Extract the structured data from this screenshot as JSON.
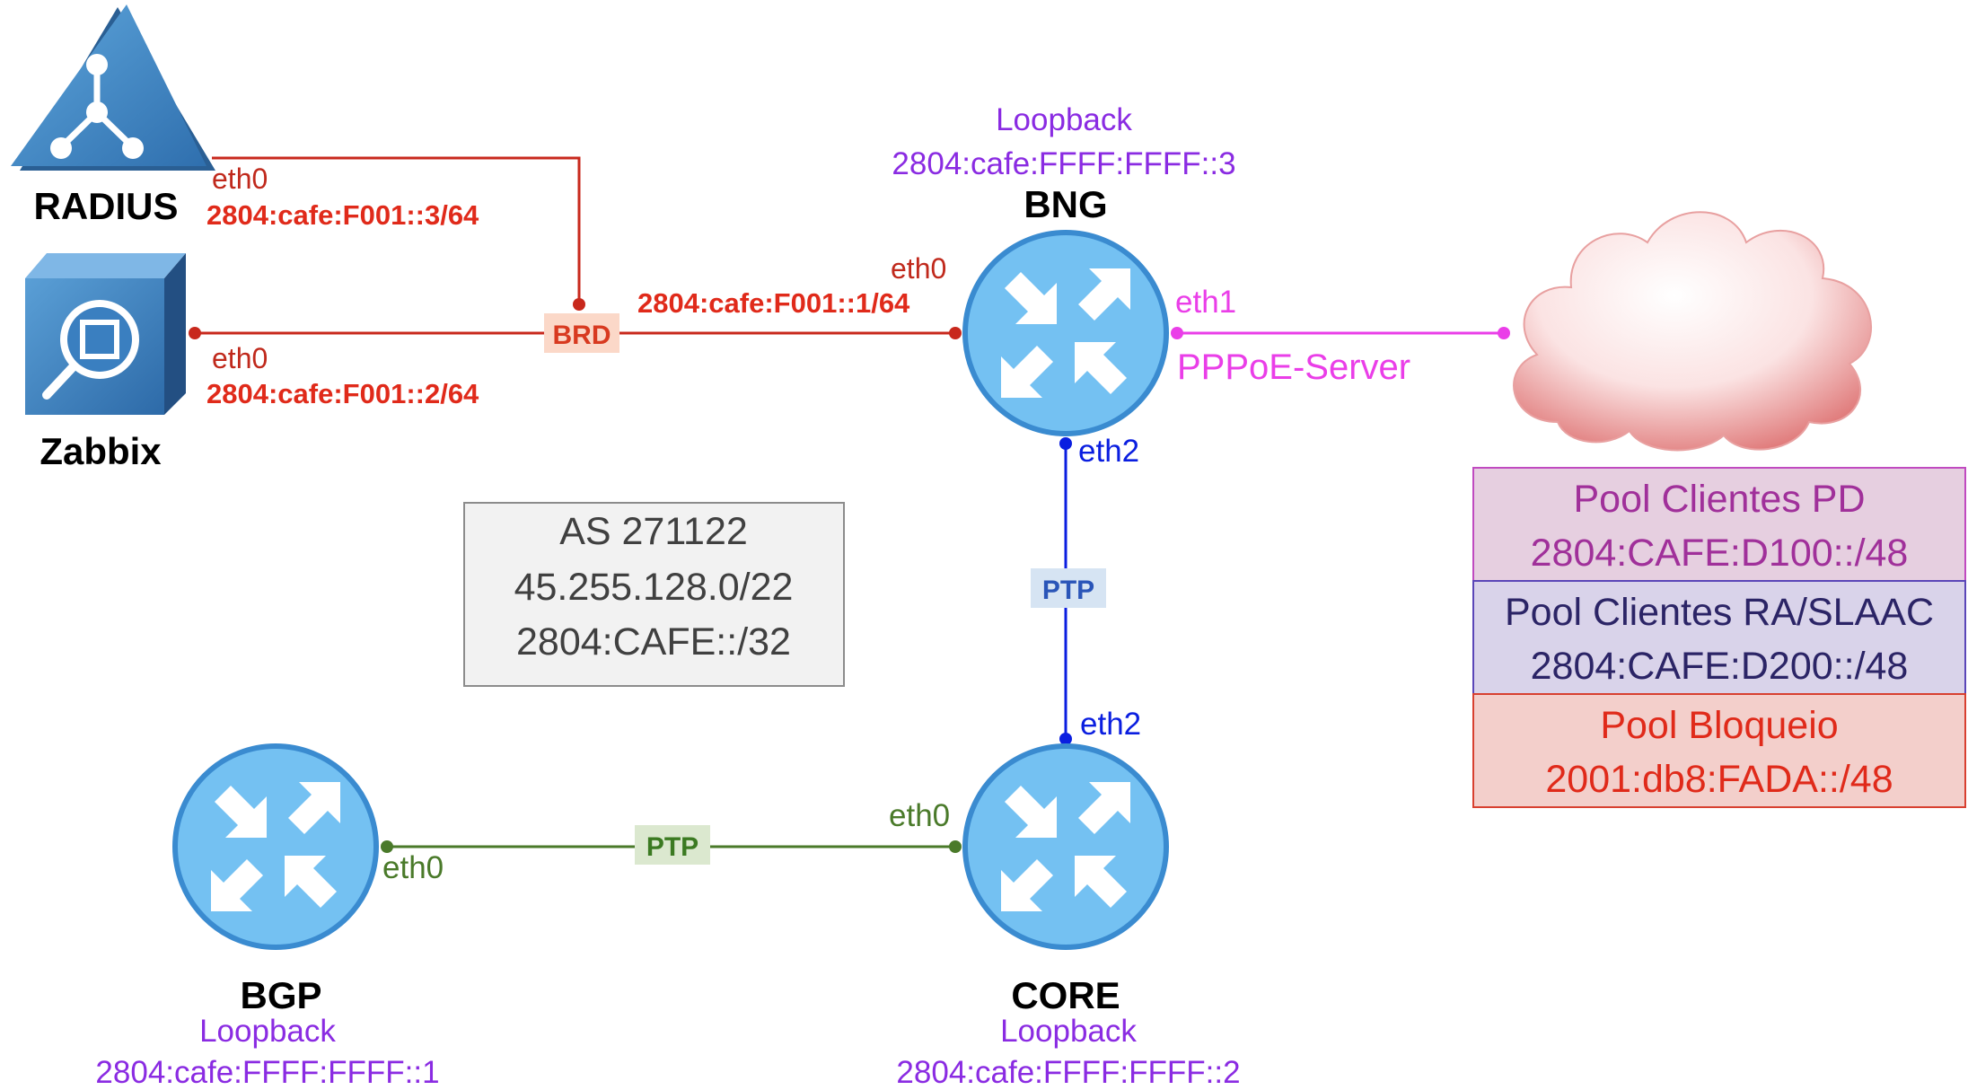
{
  "colors": {
    "red_link": "#c8281c",
    "blue_link": "#0a1ee0",
    "green_link": "#4a7a2a",
    "magenta_link": "#ea3ee8",
    "loopback_text": "#8a2be2",
    "router_fill": "#74c1f2",
    "router_stroke": "#3a8bd0",
    "pool_pd_bg": "#e6cfe0",
    "pool_ra_bg": "#d9d3ea",
    "pool_block_bg": "#f3cfcb"
  },
  "nodes": {
    "radius": {
      "label": "RADIUS",
      "icon": "radius-triangle-icon",
      "iface": "eth0",
      "addr": "2804:cafe:F001::3/64"
    },
    "zabbix": {
      "label": "Zabbix",
      "icon": "zabbix-cube-icon",
      "iface": "eth0",
      "addr": "2804:cafe:F001::2/64"
    },
    "bng": {
      "label": "BNG",
      "icon": "router-icon",
      "loopback_title": "Loopback",
      "loopback_addr": "2804:cafe:FFFF:FFFF::3",
      "eth0": "eth0",
      "eth0_addr": "2804:cafe:F001::1/64",
      "eth1": "eth1",
      "eth1_role": "PPPoE-Server",
      "eth2": "eth2"
    },
    "core": {
      "label": "CORE",
      "icon": "router-icon",
      "loopback_title": "Loopback",
      "loopback_addr": "2804:cafe:FFFF:FFFF::2",
      "eth2": "eth2",
      "eth0": "eth0"
    },
    "bgp": {
      "label": "BGP",
      "icon": "router-icon",
      "loopback_title": "Loopback",
      "loopback_addr": "2804:cafe:FFFF:FFFF::1",
      "eth0": "eth0"
    },
    "cloud": {
      "icon": "cloud-icon"
    }
  },
  "links": {
    "brd_tag": "BRD",
    "ptp_core_bng": "PTP",
    "ptp_bgp_core": "PTP"
  },
  "as_box": {
    "asn": "AS 271122",
    "ipv4": "45.255.128.0/22",
    "ipv6": "2804:CAFE::/32"
  },
  "pools": [
    {
      "name": "Pool Clientes PD",
      "prefix": "2804:CAFE:D100::/48",
      "color": "#a0309a"
    },
    {
      "name": "Pool Clientes RA/SLAAC",
      "prefix": "2804:CAFE:D200::/48",
      "color": "#2b2466"
    },
    {
      "name": "Pool Bloqueio",
      "prefix": "2001:db8:FADA::/48",
      "color": "#e02a1a"
    }
  ]
}
